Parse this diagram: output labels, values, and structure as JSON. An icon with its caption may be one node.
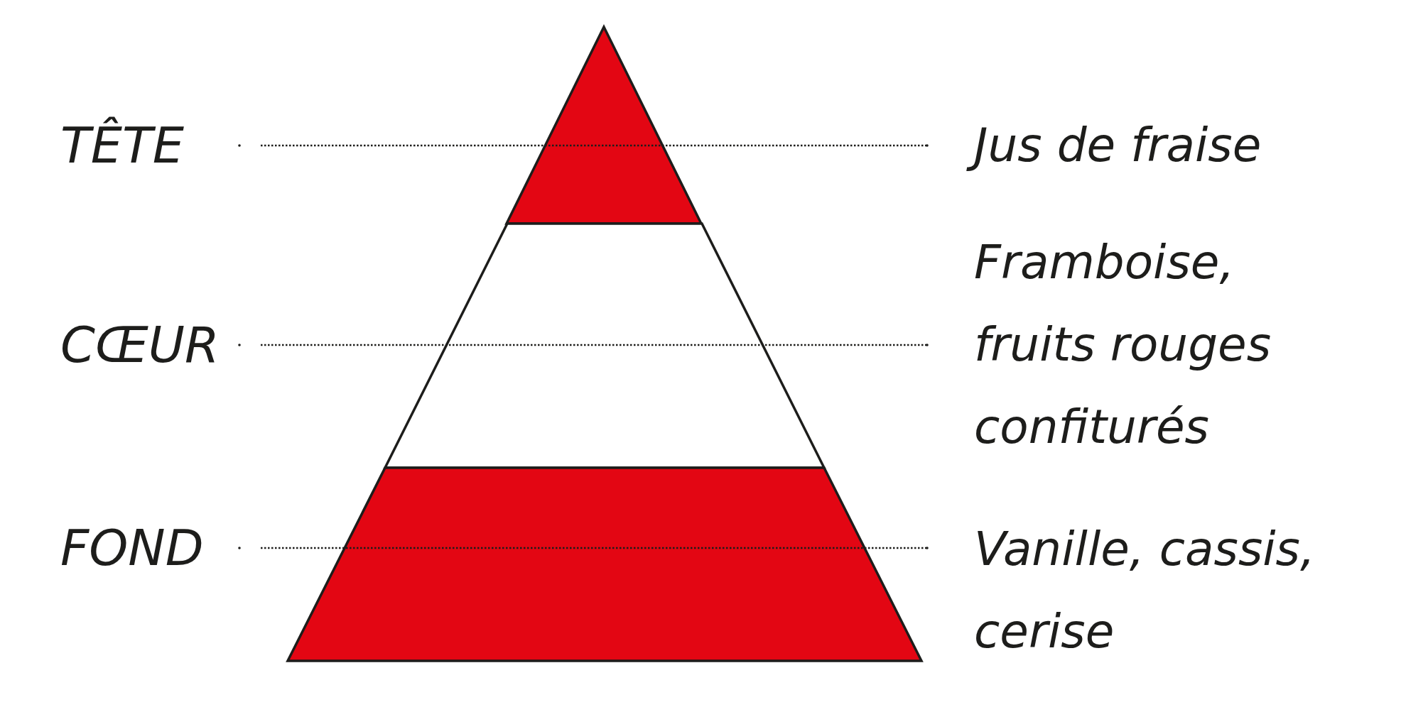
{
  "diagram": {
    "nodes": [
      {
        "text": [],
        "shape": "triangle"
      },
      {
        "text": [],
        "shape": "trapezoid"
      },
      {
        "text": [],
        "shape": "trapezoid"
      },
      {
        "text": [
          "TÊTE"
        ]
      },
      {
        "text": [
          "CŒUR"
        ]
      },
      {
        "text": [
          "FOND"
        ]
      },
      {
        "text": [
          "Jus de fraise"
        ]
      },
      {
        "text": [
          "Framboise, fruits rouges confiturés"
        ]
      },
      {
        "text": [
          "Vanille, cassis, cerise"
        ]
      }
    ],
    "edges": [
      {
        "from": 3,
        "to": 6,
        "arrow": "other",
        "style": "dashed"
      },
      {
        "from": 4,
        "to": 7,
        "arrow": "other",
        "style": "dashed"
      },
      {
        "from": 5,
        "to": 8,
        "arrow": "other",
        "style": "dashed"
      }
    ]
  }
}
